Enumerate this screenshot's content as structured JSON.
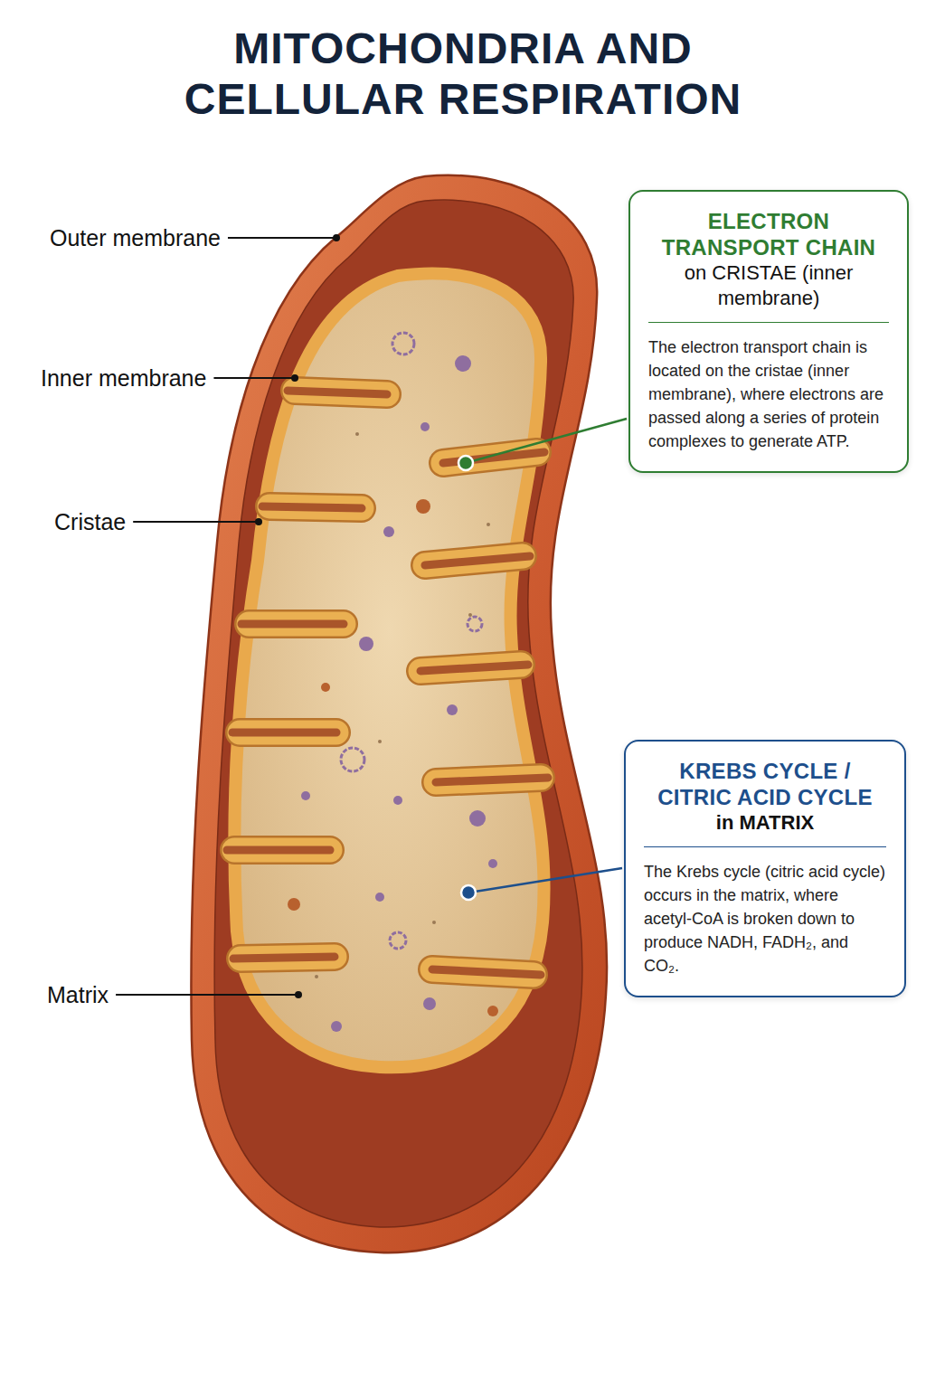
{
  "diagram": {
    "title": "MITOCHONDRIA AND CELLULAR RESPIRATION",
    "nodes": [
      {
        "text": [
          "ELECTRON TRANSPORT CHAIN",
          "on CRISTAE (inner membrane)",
          "The electron transport chain is located on the cristae (inner membrane), where electrons are passed along a series of protein complexes to generate ATP."
        ]
      },
      {
        "text": [
          "KREBS CYCLE / CITRIC ACID CYCLE",
          "in MATRIX",
          "The Krebs cycle (citric acid cycle) occurs in the matrix, where acetyl-CoA is broken down to produce NADH, FADH₂, and CO₂."
        ]
      }
    ],
    "labels": [
      "Outer membrane",
      "Inner membrane",
      "Cristae",
      "Matrix"
    ]
  }
}
